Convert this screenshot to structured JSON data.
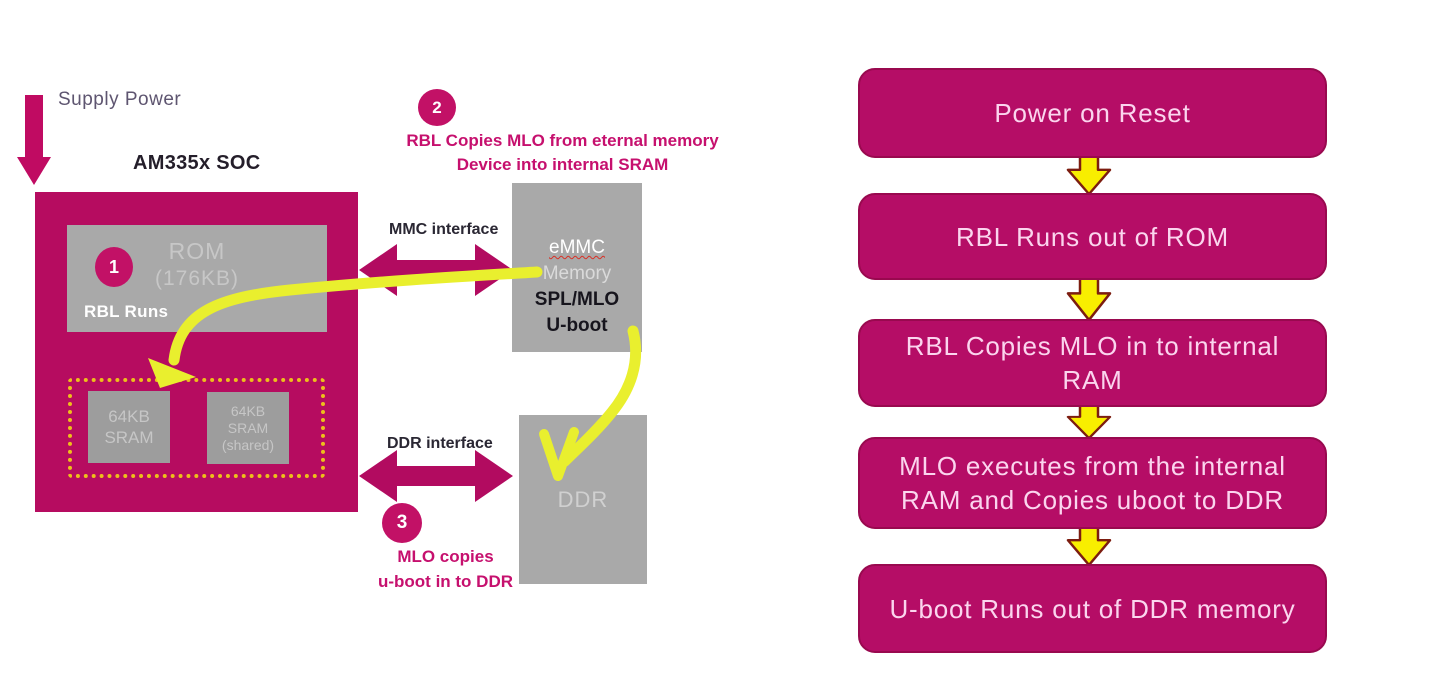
{
  "colors": {
    "magenta": "#b60c60",
    "badge_magenta": "#c21166",
    "gray_box": "#a9a9a9",
    "dotted_border_yellow": "#edbf1b",
    "copy_arrow_chartreuse": "#e9ef2e",
    "flow_arrow_yellow": "#f8ee00",
    "flow_arrow_outline": "#7c1d10",
    "flow_text_pink": "#fbd5ee",
    "magenta_text": "#c6106e"
  },
  "left_diagram": {
    "supply_power_label": "Supply Power",
    "soc_title": "AM335x SOC",
    "rom": {
      "badge": "1",
      "name": "ROM",
      "size": "(176KB)",
      "caption": "RBL Runs"
    },
    "sram_primary": {
      "lines": [
        "64KB",
        "SRAM"
      ]
    },
    "sram_shared": {
      "lines": [
        "64KB",
        "SRAM",
        "(shared)"
      ]
    },
    "step2": {
      "badge": "2",
      "lines": [
        "RBL Copies MLO  from eternal memory",
        "Device into internal SRAM"
      ]
    },
    "mmc_interface_label": "MMC interface",
    "emmc": {
      "lines": [
        "eMMC",
        "Memory",
        "SPL/MLO",
        "U-boot"
      ]
    },
    "ddr_interface_label": "DDR interface",
    "step3": {
      "badge": "3",
      "lines": [
        "MLO copies",
        "u-boot in to DDR"
      ]
    },
    "ddr_label": "DDR"
  },
  "flowchart": {
    "steps": [
      {
        "lines": [
          "Power on Reset"
        ]
      },
      {
        "lines": [
          "RBL Runs out of ROM"
        ]
      },
      {
        "lines": [
          "RBL Copies MLO in to internal",
          "RAM"
        ]
      },
      {
        "lines": [
          "MLO executes from the internal",
          "RAM and Copies uboot to DDR"
        ]
      },
      {
        "lines": [
          "U-boot Runs out of DDR memory"
        ]
      }
    ]
  }
}
